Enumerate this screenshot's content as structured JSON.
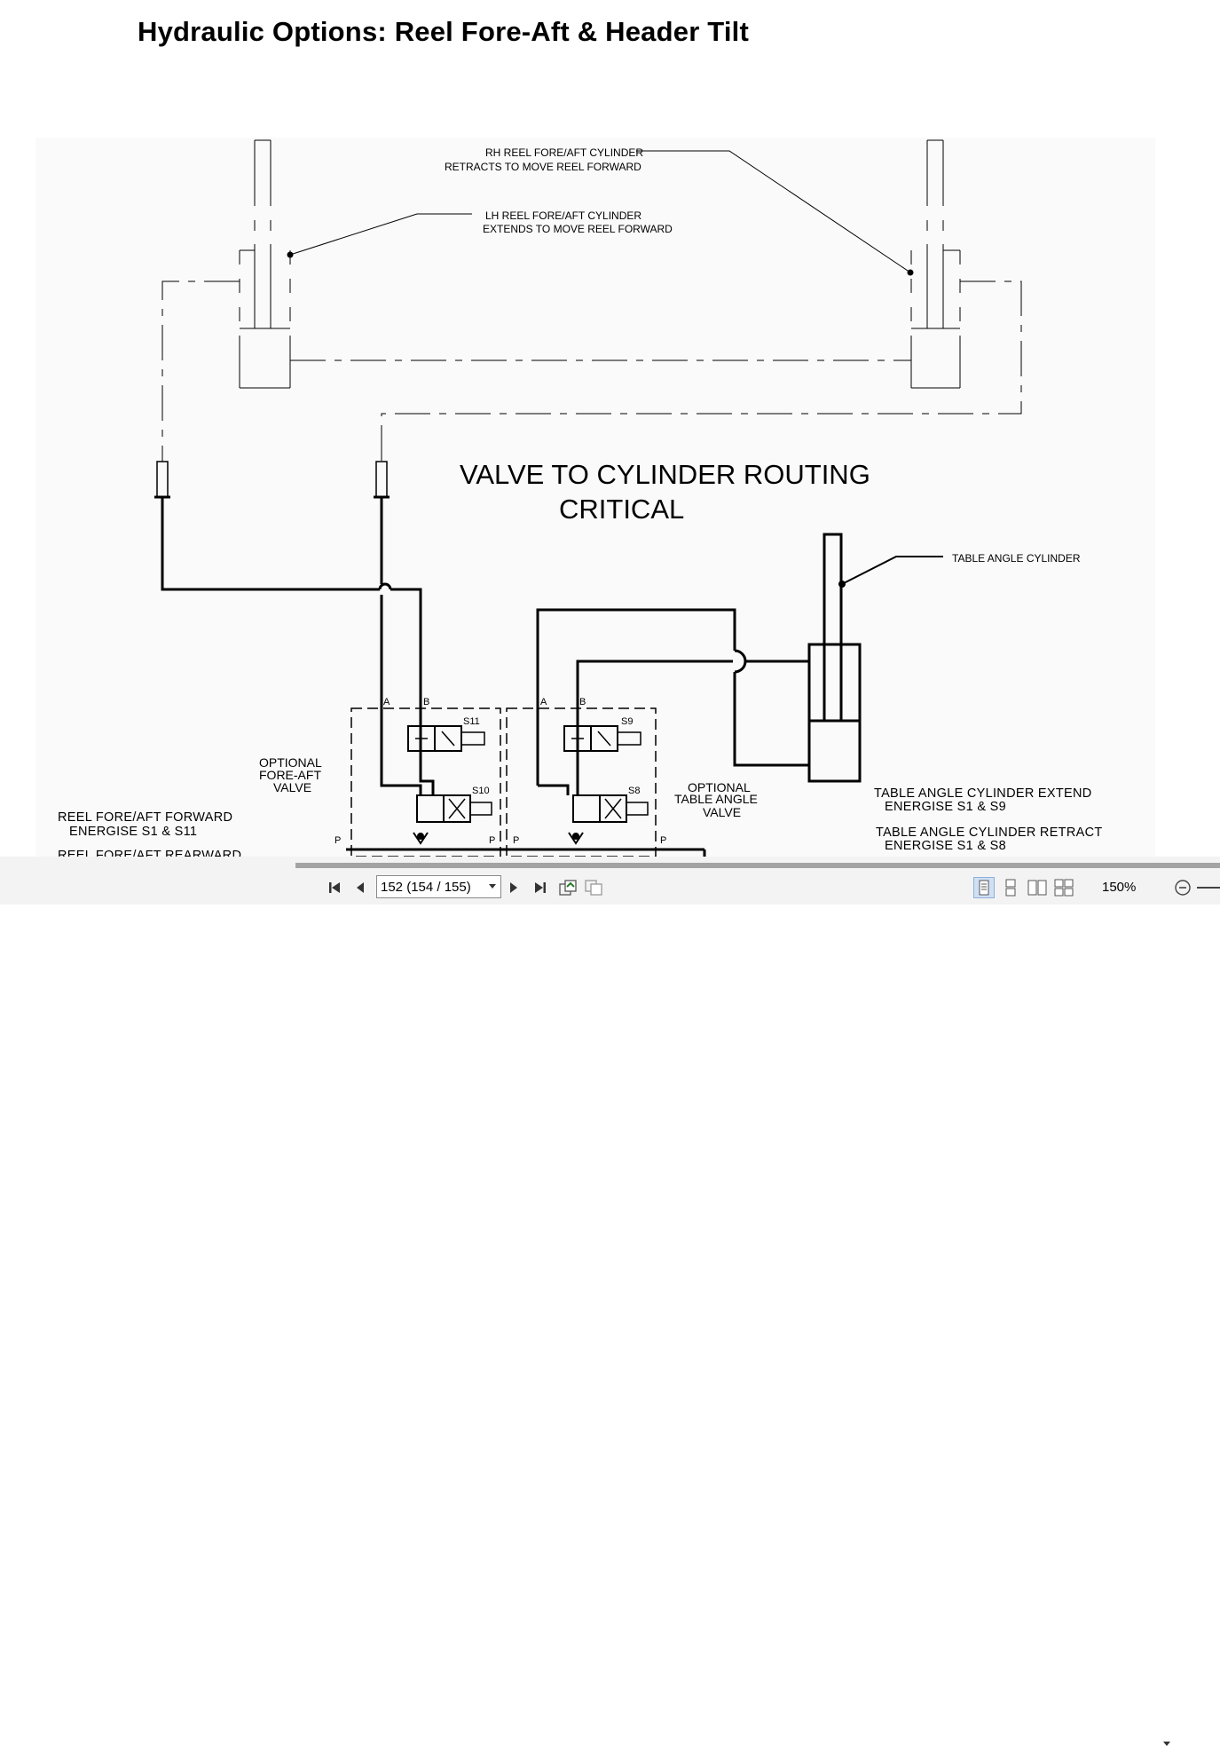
{
  "document": {
    "title": "Hydraulic Options: Reel Fore-Aft & Header Tilt"
  },
  "diagram": {
    "rh_cylinder_label_line1": "RH REEL FORE/AFT CYLINDER",
    "rh_cylinder_label_line2": "RETRACTS TO MOVE REEL FORWARD",
    "lh_cylinder_label_line1": "LH REEL FORE/AFT CYLINDER",
    "lh_cylinder_label_line2": "EXTENDS TO MOVE REEL FORWARD",
    "routing_note_line1": "VALVE TO CYLINDER ROUTING",
    "routing_note_line2": "CRITICAL",
    "table_angle_cylinder_label": "TABLE ANGLE CYLINDER",
    "fore_aft_valve_line1": "OPTIONAL",
    "fore_aft_valve_line2": "FORE-AFT",
    "fore_aft_valve_line3": "VALVE",
    "table_angle_valve_line1": "OPTIONAL",
    "table_angle_valve_line2": "TABLE ANGLE",
    "table_angle_valve_line3": "VALVE",
    "reel_forward_line1": "REEL FORE/AFT FORWARD",
    "reel_forward_line2": "ENERGISE S1 & S11",
    "reel_rearward_line1": "REEL FORE/AFT REARWARD",
    "extend_line1": "TABLE ANGLE CYLINDER EXTEND",
    "extend_line2": "ENERGISE S1 & S9",
    "retract_line1": "TABLE ANGLE CYLINDER RETRACT",
    "retract_line2": "ENERGISE S1 & S8",
    "solenoids": {
      "s11": "S11",
      "s10": "S10",
      "s9": "S9",
      "s8": "S8"
    },
    "ports": {
      "a": "A",
      "b": "B",
      "p": "P"
    }
  },
  "toolbar": {
    "page_field": "152 (154 / 155)",
    "zoom": "150%",
    "icons": [
      "first-page-icon",
      "previous-page-icon",
      "next-page-icon",
      "last-page-icon",
      "previous-view-icon",
      "next-view-icon",
      "single-page-icon",
      "continuous-icon",
      "facing-icon",
      "continuous-facing-icon",
      "zoom-out-icon"
    ]
  }
}
